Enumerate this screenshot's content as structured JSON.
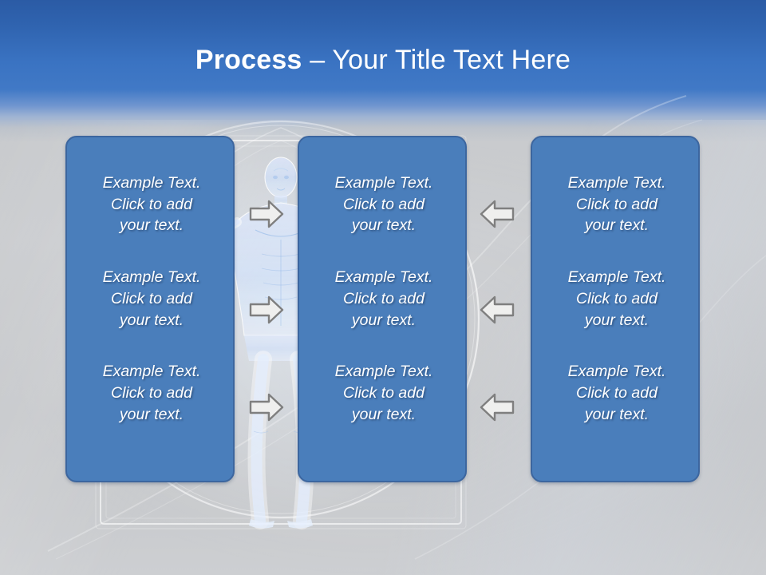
{
  "slide": {
    "title": {
      "strong": "Process",
      "dash": " – ",
      "light": "Your Title Text Here"
    },
    "background": {
      "art_name": "vitruvian-man-wireframe",
      "header_color_top": "#2b5ba5",
      "header_color_bottom": "#4179c6",
      "body_color": "#c9cbce"
    },
    "colors": {
      "box_fill": "#4a7ebb",
      "box_border": "#3c669f",
      "box_text": "#ffffff",
      "arrow_fill": "#efefee",
      "arrow_stroke": "#7f7f7f",
      "title_text": "#ffffff"
    },
    "columns": [
      {
        "name": "column-left",
        "lines": [
          "Example Text.\nClick  to add\nyour text.",
          "Example Text.\nClick  to add\nyour text.",
          "Example Text.\nClick  to add\nyour text."
        ]
      },
      {
        "name": "column-center",
        "lines": [
          "Example Text.\nClick  to add\nyour text.",
          "Example Text.\nClick  to add\nyour text.",
          "Example Text.\nClick  to add\nyour text."
        ]
      },
      {
        "name": "column-right",
        "lines": [
          "Example Text.\nClick  to add\nyour text.",
          "Example Text.\nClick  to add\nyour text.",
          "Example Text.\nClick  to add\nyour text."
        ]
      }
    ],
    "arrows": [
      {
        "name": "arrow-left-to-center-1",
        "direction": "right"
      },
      {
        "name": "arrow-left-to-center-2",
        "direction": "right"
      },
      {
        "name": "arrow-left-to-center-3",
        "direction": "right"
      },
      {
        "name": "arrow-right-to-center-1",
        "direction": "left"
      },
      {
        "name": "arrow-right-to-center-2",
        "direction": "left"
      },
      {
        "name": "arrow-right-to-center-3",
        "direction": "left"
      }
    ]
  }
}
